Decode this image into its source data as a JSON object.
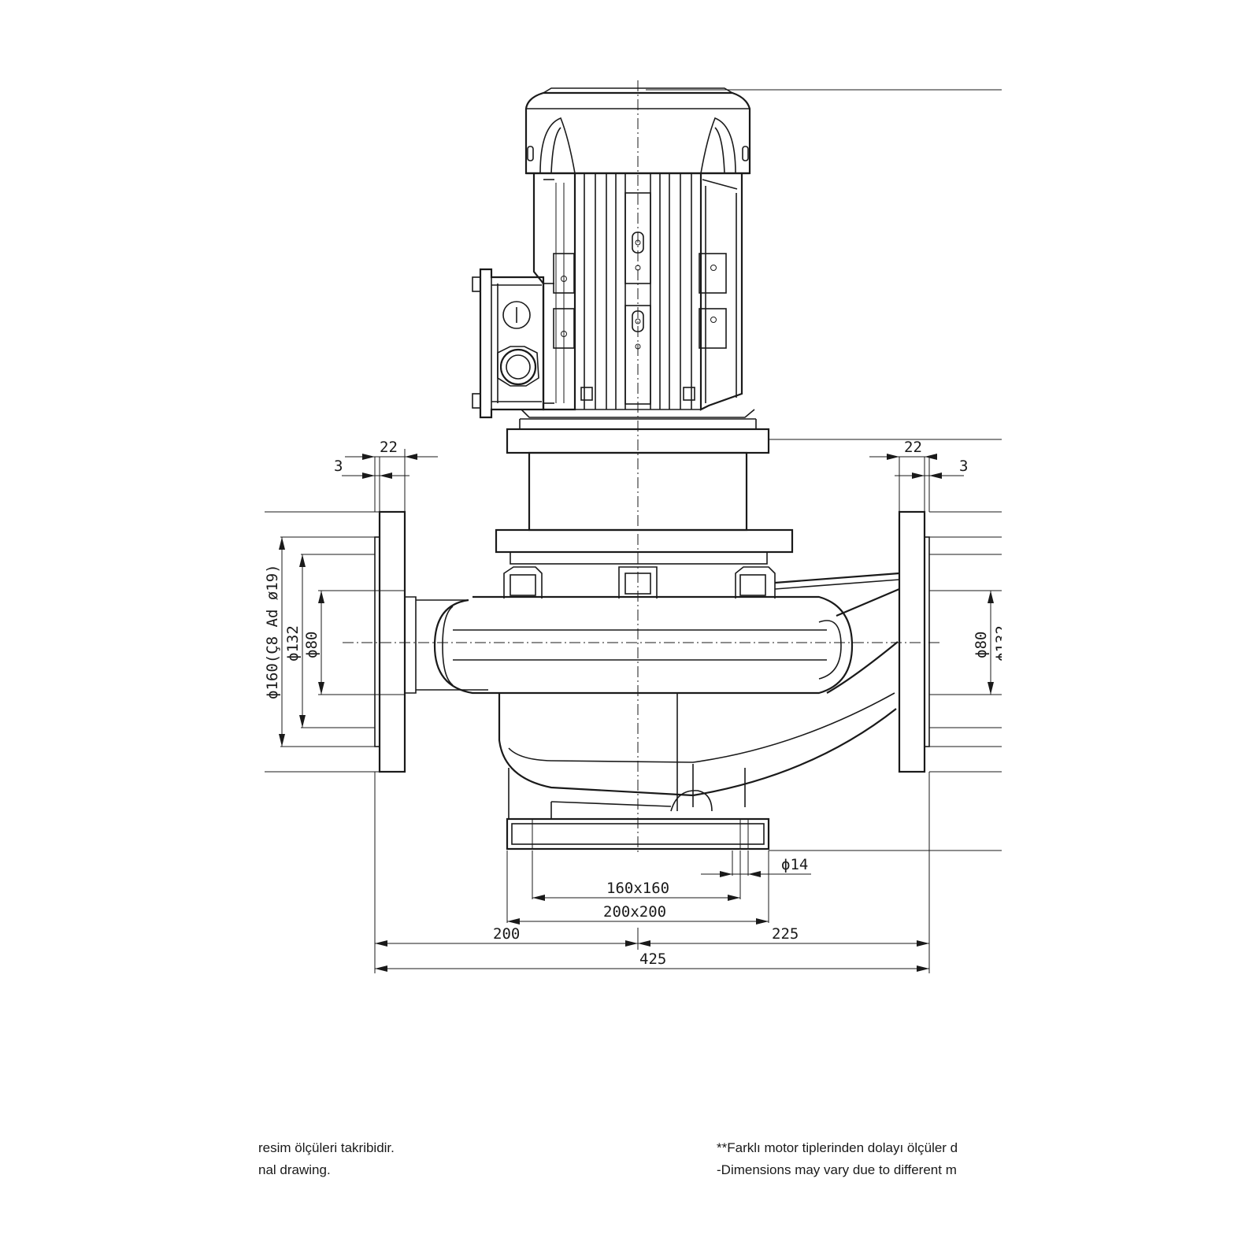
{
  "dimensions": {
    "flange_thickness_left": "22",
    "gap_left": "3",
    "flange_thickness_right": "22",
    "gap_right": "3",
    "bolt_circle": "ϕ160(Ç8 Ad ø19)",
    "raised_face": "ϕ132",
    "bore_left": "ϕ80",
    "bore_right": "ϕ80",
    "right_partial": "ϕ132",
    "base_hole": "ϕ14",
    "base_inner": "160x160",
    "base_outer": "200x200",
    "left_half": "200",
    "right_half": "225",
    "total_length": "425"
  },
  "notes": {
    "left_line1": "resim ölçüleri takribidir.",
    "left_line2": "nal drawing.",
    "right_line1": "**Farklı motor tiplerinden dolayı ölçüler d",
    "right_line2": "-Dimensions may vary due to different m"
  }
}
